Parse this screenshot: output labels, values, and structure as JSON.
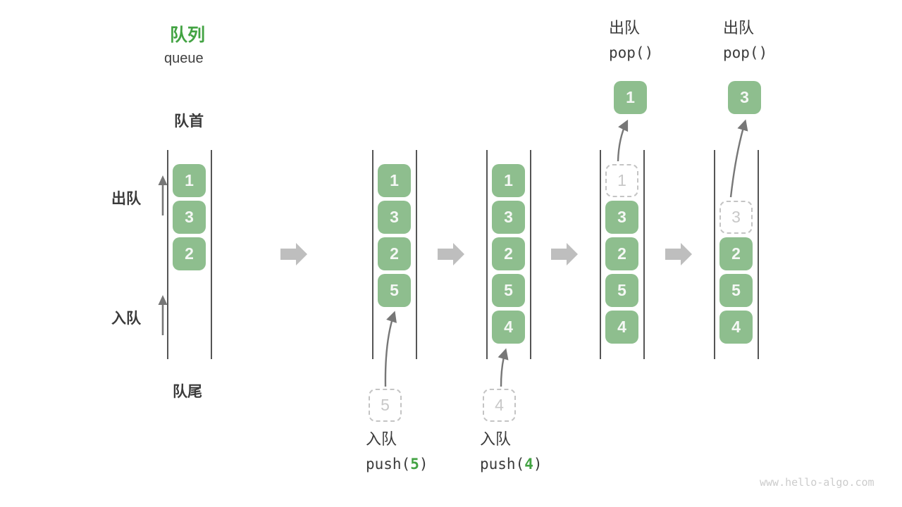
{
  "title": {
    "zh": "队列",
    "en": "queue"
  },
  "side_labels": {
    "front": "队首",
    "rear": "队尾",
    "dequeue": "出队",
    "enqueue": "入队"
  },
  "watermark": "www.hello-algo.com",
  "colors": {
    "accent_green": "#43A343",
    "box_green": "#8EBE8E",
    "box_text": "#F5F8F5",
    "text_dark": "#3B3B3B",
    "dashed_border": "#C4C4C4",
    "dashed_text": "#C8C8C8",
    "line_dark": "#555555",
    "arrow_gray": "#777777",
    "block_arrow": "#BEBEBE",
    "watermark_gray": "#CCCCCC"
  },
  "queues": [
    {
      "id": "state-1",
      "slots": [
        {
          "slot": 0,
          "value": "1",
          "style": "solid"
        },
        {
          "slot": 1,
          "value": "3",
          "style": "solid"
        },
        {
          "slot": 2,
          "value": "2",
          "style": "solid"
        }
      ]
    },
    {
      "id": "state-2",
      "slots": [
        {
          "slot": 0,
          "value": "1",
          "style": "solid"
        },
        {
          "slot": 1,
          "value": "3",
          "style": "solid"
        },
        {
          "slot": 2,
          "value": "2",
          "style": "solid"
        },
        {
          "slot": 3,
          "value": "5",
          "style": "solid"
        }
      ],
      "pending": {
        "value": "5"
      },
      "action": {
        "label": "入队",
        "code_pre": "push(",
        "code_accent": "5",
        "code_post": ")",
        "position": "bottom"
      }
    },
    {
      "id": "state-3",
      "slots": [
        {
          "slot": 0,
          "value": "1",
          "style": "solid"
        },
        {
          "slot": 1,
          "value": "3",
          "style": "solid"
        },
        {
          "slot": 2,
          "value": "2",
          "style": "solid"
        },
        {
          "slot": 3,
          "value": "5",
          "style": "solid"
        },
        {
          "slot": 4,
          "value": "4",
          "style": "solid"
        }
      ],
      "pending": {
        "value": "4"
      },
      "action": {
        "label": "入队",
        "code_pre": "push(",
        "code_accent": "4",
        "code_post": ")",
        "position": "bottom"
      }
    },
    {
      "id": "state-4",
      "slots": [
        {
          "slot": 0,
          "value": "1",
          "style": "dashed"
        },
        {
          "slot": 1,
          "value": "3",
          "style": "solid"
        },
        {
          "slot": 2,
          "value": "2",
          "style": "solid"
        },
        {
          "slot": 3,
          "value": "5",
          "style": "solid"
        },
        {
          "slot": 4,
          "value": "4",
          "style": "solid"
        }
      ],
      "popped": {
        "value": "1"
      },
      "action": {
        "label": "出队",
        "code_pre": "pop()",
        "code_accent": "",
        "code_post": "",
        "position": "top"
      }
    },
    {
      "id": "state-5",
      "slots": [
        {
          "slot": 1,
          "value": "3",
          "style": "dashed"
        },
        {
          "slot": 2,
          "value": "2",
          "style": "solid"
        },
        {
          "slot": 3,
          "value": "5",
          "style": "solid"
        },
        {
          "slot": 4,
          "value": "4",
          "style": "solid"
        }
      ],
      "popped": {
        "value": "3"
      },
      "action": {
        "label": "出队",
        "code_pre": "pop()",
        "code_accent": "",
        "code_post": "",
        "position": "top"
      }
    }
  ]
}
